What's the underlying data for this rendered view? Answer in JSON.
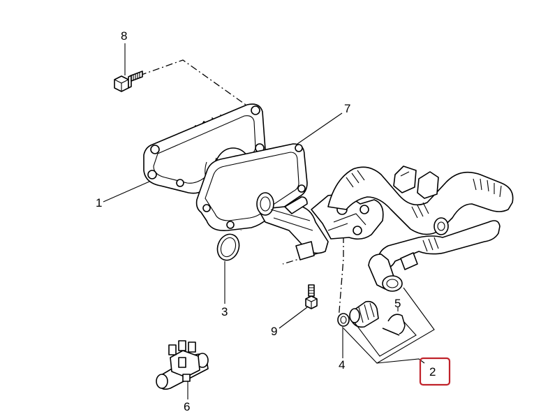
{
  "callouts": {
    "c1": "1",
    "c2": "2",
    "c3": "3",
    "c4": "4",
    "c5": "5",
    "c6": "6",
    "c7": "7",
    "c8": "8",
    "c9": "9"
  },
  "highlight": {
    "target": "2",
    "color": "#c0222a"
  }
}
